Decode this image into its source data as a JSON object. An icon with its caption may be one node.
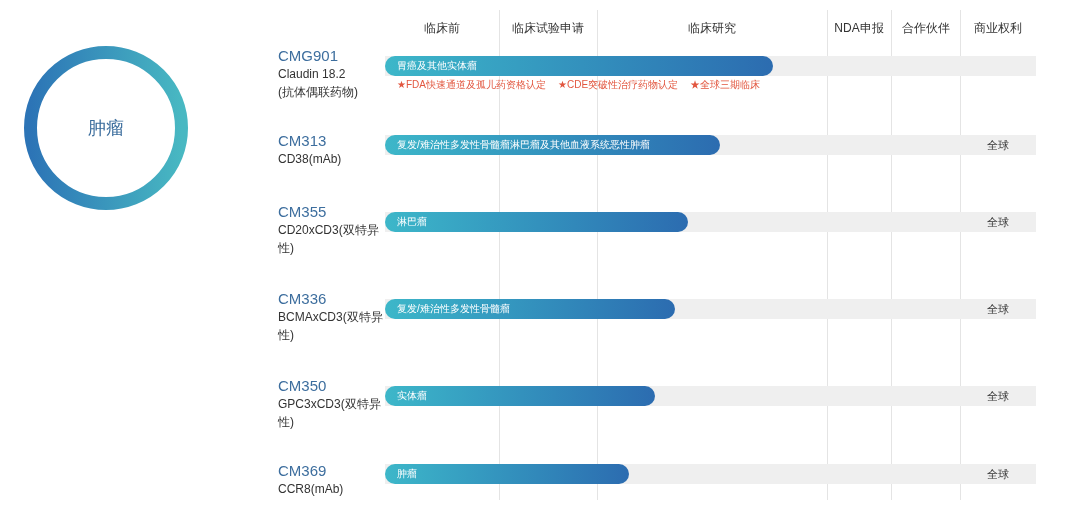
{
  "diagram": {
    "nodes": [
      {
        "text": [
          "肿瘤"
        ]
      },
      {
        "text": [],
        "shape": "bar",
        "beside": [
          "CMG901",
          "Claudin 18.2 (抗体偶联药物)"
        ]
      },
      {
        "text": [
          "胃癌及其他实体瘤"
        ],
        "in": 1,
        "beside": [
          "★FDA快速通道及孤儿药资格认定",
          "★CDE突破性治疗药物认定",
          "★全球三期临床"
        ]
      },
      {
        "text": [
          "全球"
        ],
        "beside": [
          "CM313",
          "CD38(mAb)"
        ]
      },
      {
        "text": [
          "复发/难治性多发性骨髓瘤淋巴瘤及其他血液系统恶性肿瘤"
        ],
        "in": 3
      },
      {
        "text": [
          "全球"
        ],
        "beside": [
          "CM355",
          "CD20xCD3(双特异性)"
        ]
      },
      {
        "text": [
          "淋巴瘤"
        ],
        "in": 5
      },
      {
        "text": [
          "全球"
        ],
        "beside": [
          "CM336",
          "BCMAxCD3(双特异性)"
        ]
      },
      {
        "text": [
          "复发/难治性多发性骨髓瘤"
        ],
        "in": 7
      },
      {
        "text": [
          "全球"
        ],
        "beside": [
          "CM350",
          "GPC3xCD3(双特异性)"
        ]
      },
      {
        "text": [
          "实体瘤"
        ],
        "in": 9
      },
      {
        "text": [
          "全球"
        ],
        "beside": [
          "CM369",
          "CCR8(mAb)"
        ]
      },
      {
        "text": [
          "肿瘤"
        ],
        "in": 11
      }
    ],
    "edges": [],
    "labels": [
      "临床前",
      "临床试验申请",
      "临床研究",
      "NDA申报",
      "合作伙伴",
      "商业权利"
    ]
  }
}
